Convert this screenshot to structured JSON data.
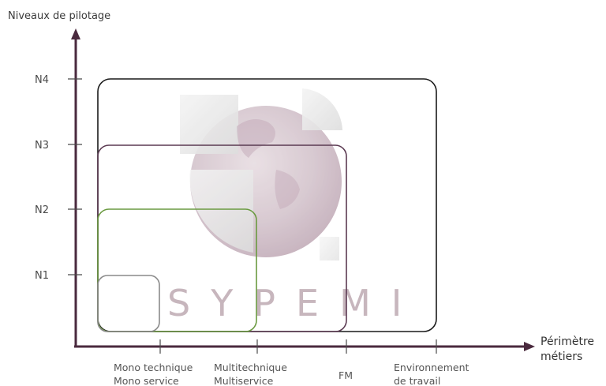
{
  "y_axis_title": "Niveaux de pilotage",
  "x_axis_title_line1": "Périmètre",
  "x_axis_title_line2": "métiers",
  "y_levels": [
    "N1",
    "N2",
    "N3",
    "N4"
  ],
  "x_categories": [
    {
      "line1": "Mono technique",
      "line2": "Mono service"
    },
    {
      "line1": "Multitechnique",
      "line2": "Multiservice"
    },
    {
      "line1": "FM",
      "line2": ""
    },
    {
      "line1": "Environnement",
      "line2": "de travail"
    }
  ],
  "watermark": "SYPEMI",
  "colors": {
    "axis": "#4a2a3e",
    "box_n4": "#1a1a1a",
    "box_n3": "#5b3a52",
    "box_n2": "#6a9a40",
    "box_n1": "#8a8a8a",
    "globe": "#c9b5bf"
  }
}
